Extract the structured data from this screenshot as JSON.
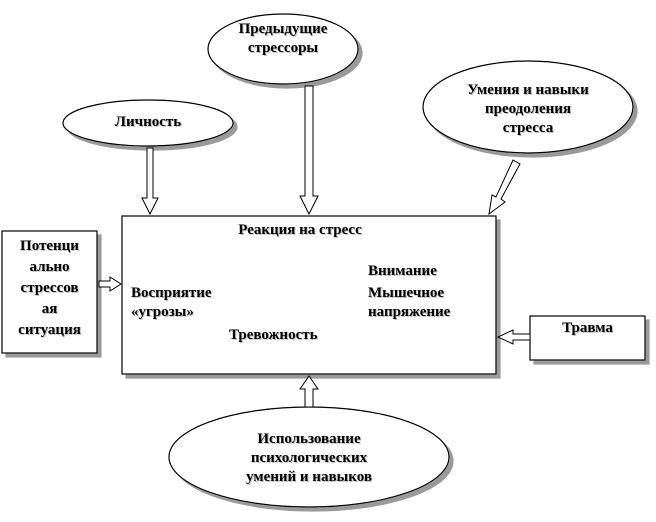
{
  "nodes": {
    "previous_stressors": "Предыдущие\nстрессоры",
    "coping_skills": "Умения и навыки\nпреодоления\nстресса",
    "personality": "Личность",
    "potential_situation": "Потенци\nально\nстрессов\nая\nситуация",
    "trauma": "Травма",
    "psych_skills": "Использование\nпсихологических\nумений и навыков"
  },
  "reaction_box": {
    "title": "Реакция на стресс",
    "threat_perception": "Восприятие\n«угрозы»",
    "anxiety": "Тревожность",
    "attention": "Внимание",
    "muscle_tension": "Мышечное\nнапряжение"
  },
  "colors": {
    "stroke": "#000000",
    "shadow": "#9a9a9a",
    "background": "#ffffff"
  }
}
